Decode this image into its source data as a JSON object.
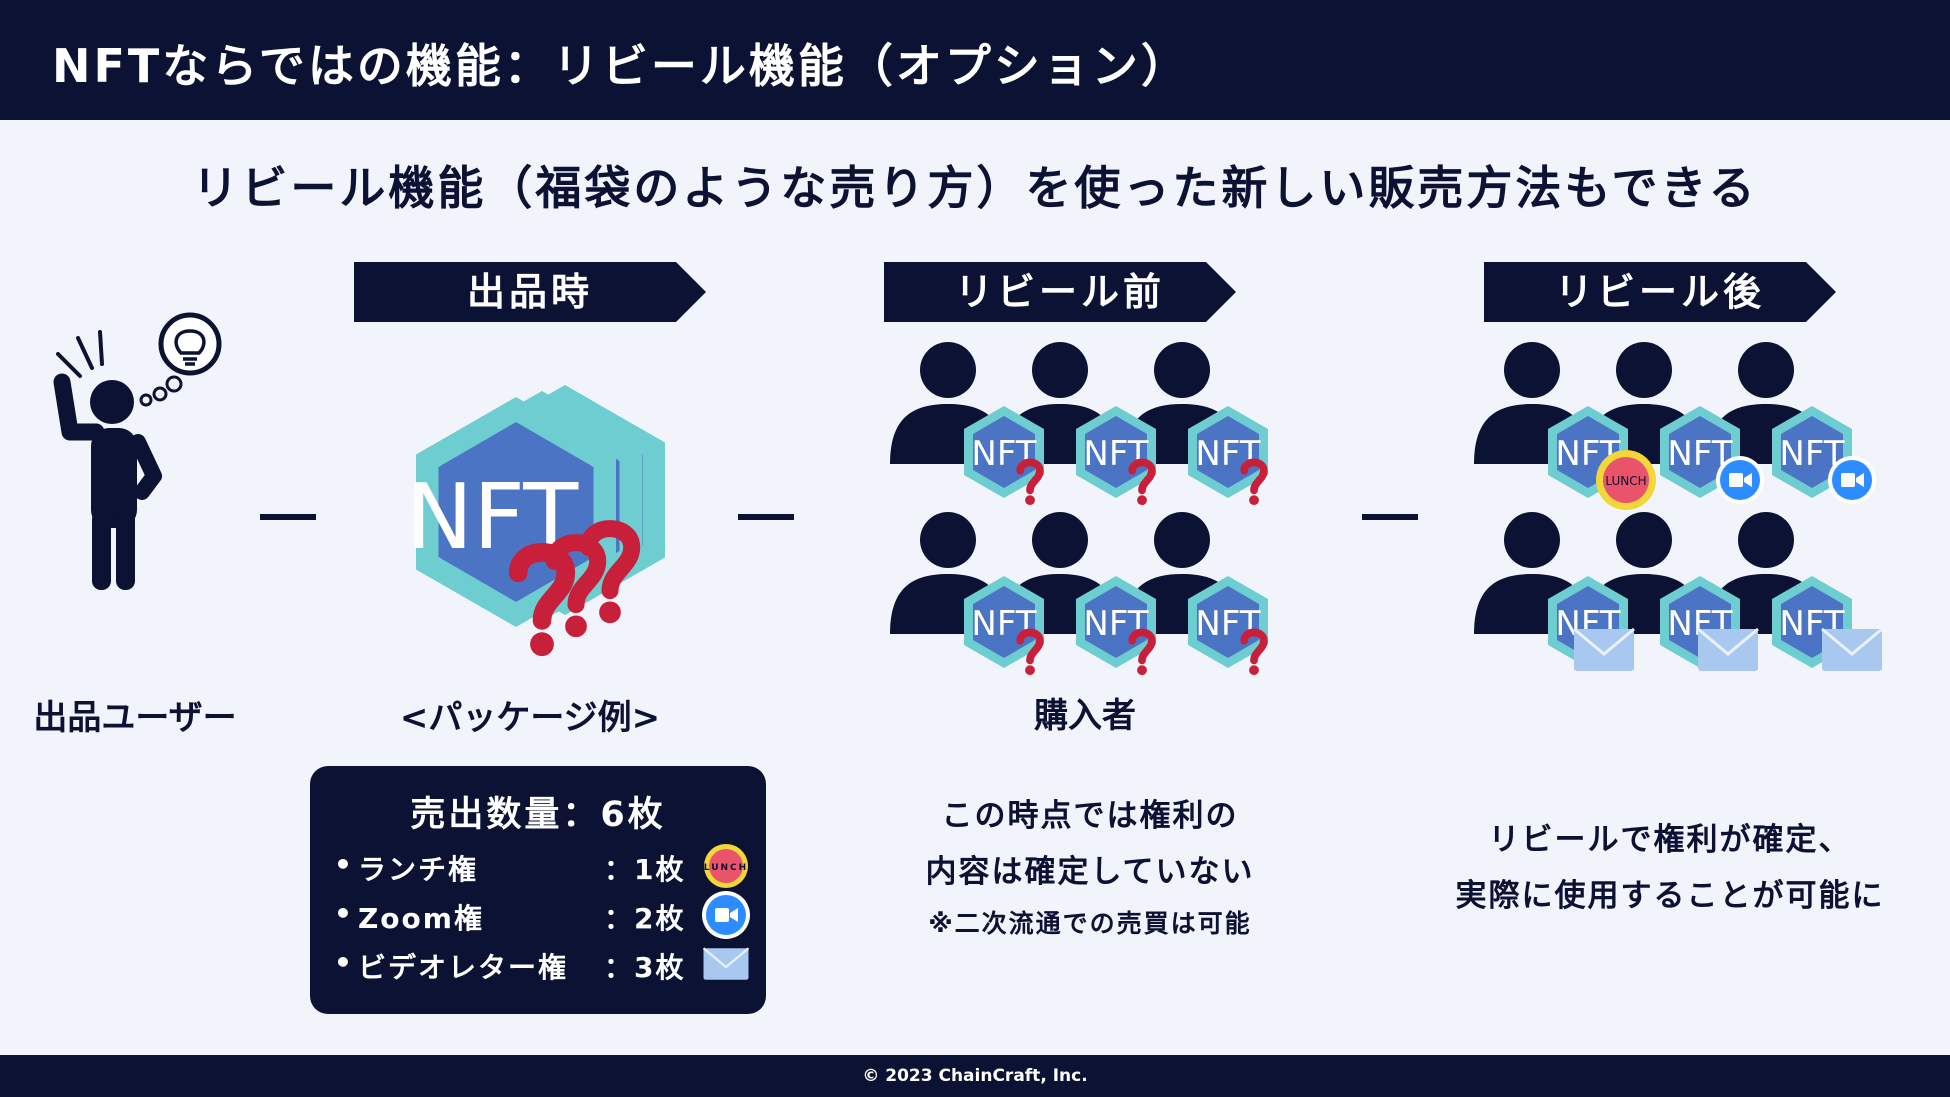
{
  "header": {
    "title": "NFTならではの機能：リビール機能（オプション）"
  },
  "subtitle": "リビール機能（福袋のような売り方）を使った新しい販売方法もできる",
  "stages": {
    "listing": "出品時",
    "before_reveal": "リビール前",
    "after_reveal": "リビール後"
  },
  "labels": {
    "seller": "出品ユーザー",
    "package_example": "<パッケージ例>",
    "buyers": "購入者"
  },
  "nft_text": "NFT",
  "lunch_text": "LUNCH",
  "package": {
    "title": "売出数量：6枚",
    "items": [
      {
        "bullet": "•",
        "name": "ランチ権",
        "count": "：1枚",
        "icon": "lunch-icon"
      },
      {
        "bullet": "•",
        "name": "Zoom権",
        "count": "：2枚",
        "icon": "zoom-icon"
      },
      {
        "bullet": "•",
        "name": "ビデオレター権",
        "count": "：3枚",
        "icon": "mail-icon"
      }
    ]
  },
  "before_desc": {
    "line1": "この時点では権利の",
    "line2": "内容は確定していない",
    "note": "※二次流通での売買は可能"
  },
  "after_desc": {
    "line1": "リビールで権利が確定、",
    "line2": "実際に使用することが可能に"
  },
  "footer": {
    "copyright": "© 2023 ChainCraft, Inc."
  },
  "colors": {
    "navy": "#0c1233",
    "background": "#f2f4fb",
    "hex_border": "#6ecdd0",
    "hex_fill": "#4b74c4",
    "question": "#c8203a",
    "zoom": "#2d8cff",
    "mail": "#a9c8f0",
    "lunch_fill": "#f3d63a",
    "lunch_inner": "#e9546b"
  }
}
